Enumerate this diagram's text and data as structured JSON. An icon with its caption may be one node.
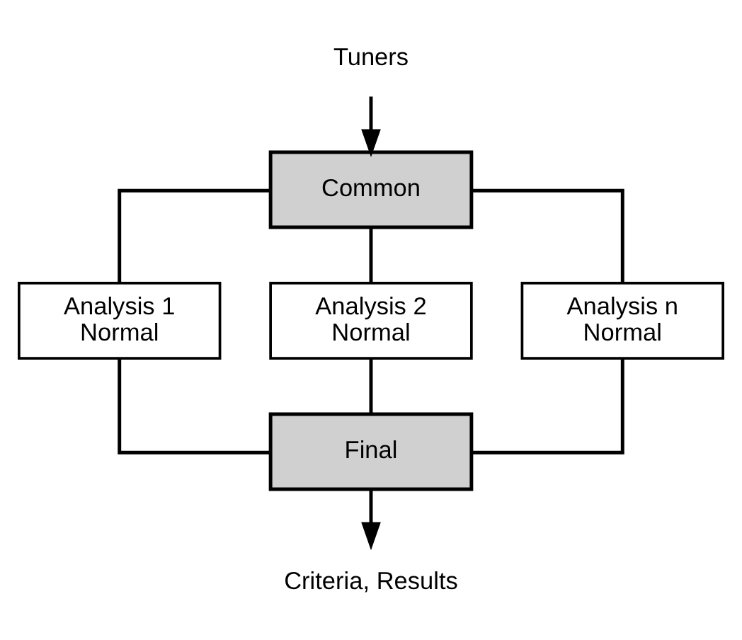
{
  "diagram": {
    "nodes": [
      {
        "text": [
          "Tuners"
        ]
      },
      {
        "text": [
          "Common"
        ]
      },
      {
        "text": [
          "Analysis 1",
          "Normal"
        ]
      },
      {
        "text": [
          "Analysis 2",
          "Normal"
        ]
      },
      {
        "text": [
          "Analysis n",
          "Normal"
        ]
      },
      {
        "text": [
          "Final"
        ]
      },
      {
        "text": [
          "Criteria, Results"
        ]
      }
    ],
    "edges": [
      {
        "from": 0,
        "to": 1,
        "arrow": "to"
      },
      {
        "from": 1,
        "to": 2,
        "arrow": "none"
      },
      {
        "from": 1,
        "to": 3,
        "arrow": "none"
      },
      {
        "from": 1,
        "to": 4,
        "arrow": "none"
      },
      {
        "from": 2,
        "to": 5,
        "arrow": "none"
      },
      {
        "from": 3,
        "to": 5,
        "arrow": "none"
      },
      {
        "from": 4,
        "to": 5,
        "arrow": "none"
      },
      {
        "from": 5,
        "to": 6,
        "arrow": "to"
      }
    ]
  }
}
